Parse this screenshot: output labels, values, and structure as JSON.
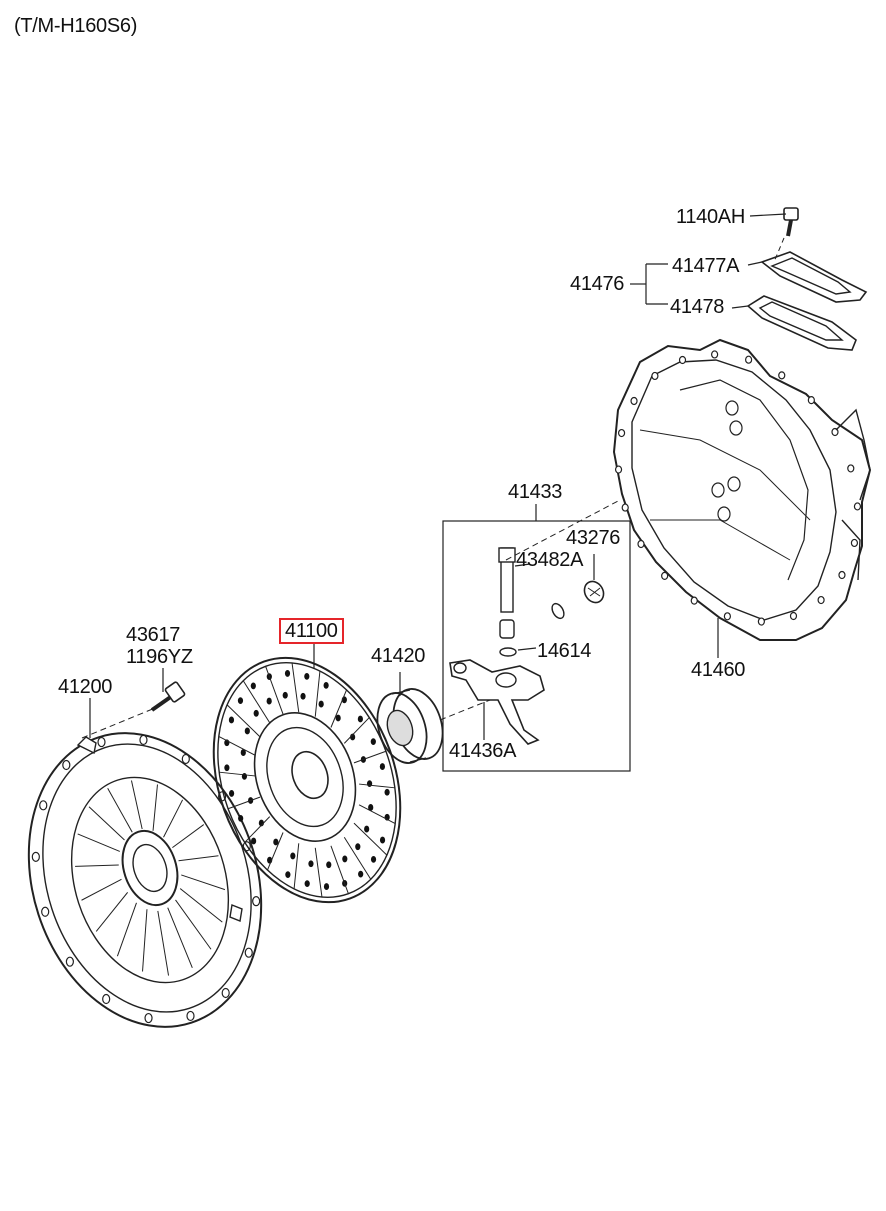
{
  "header": {
    "title": "(T/M-H160S6)"
  },
  "colors": {
    "highlight": "#e5252a",
    "ink": "#111111"
  },
  "parts": {
    "bolt_top": "1140AH",
    "gasket_upper": "41477A",
    "gasket_set": "41476",
    "gasket_lower": "41478",
    "fork_assembly": "41433",
    "ball_stud": "43276",
    "snap_ring": "43482A",
    "seal": "14614",
    "release_fork": "41436A",
    "clutch_housing": "41460",
    "release_bearing": "41420",
    "clutch_disc": "41100",
    "bolt_cover_a": "43617",
    "bolt_cover_b": "1196YZ",
    "pressure_plate": "41200"
  },
  "highlighted_part": "41100"
}
